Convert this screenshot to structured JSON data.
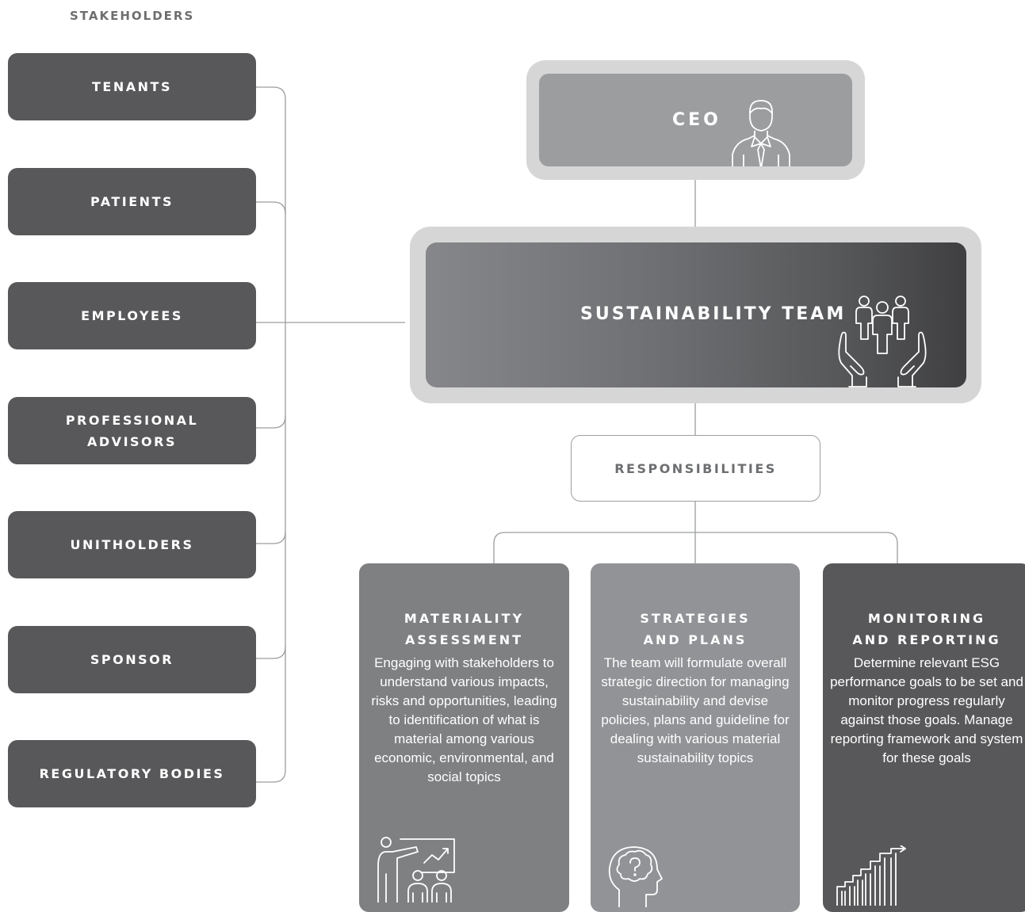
{
  "heading": "STAKEHOLDERS",
  "stakeholders": [
    {
      "label": "TENANTS"
    },
    {
      "label": "PATIENTS"
    },
    {
      "label": "EMPLOYEES"
    },
    {
      "label": "PROFESSIONAL ADVISORS"
    },
    {
      "label": "UNITHOLDERS"
    },
    {
      "label": "SPONSOR"
    },
    {
      "label": "REGULATORY BODIES"
    }
  ],
  "ceo": {
    "label": "CEO",
    "icon": "businessman-icon"
  },
  "team": {
    "label": "SUSTAINABILITY TEAM",
    "icon": "hands-holding-people-icon"
  },
  "responsibilities": {
    "label": "RESPONSIBILITIES"
  },
  "cards": [
    {
      "title": "MATERIALITY\nASSESSMENT",
      "text": "Engaging with stakeholders to understand various impacts, risks and opportunities, leading to identification of what is material among various economic, environmental, and social topics",
      "icon": "presentation-icon",
      "color": "#7f8082"
    },
    {
      "title": "STRATEGIES\nAND PLANS",
      "text": "The team will formulate overall strategic direction for managing sustainability and devise policies, plans and guideline for dealing with various material sustainability topics",
      "icon": "thinking-head-icon",
      "color": "#929396"
    },
    {
      "title": "MONITORING\nAND REPORTING",
      "text": "Determine relevant ESG performance goals to be set and monitor progress regularly against those goals. Manage reporting framework and system for these goals",
      "icon": "growth-chart-icon",
      "color": "#58585a"
    }
  ]
}
